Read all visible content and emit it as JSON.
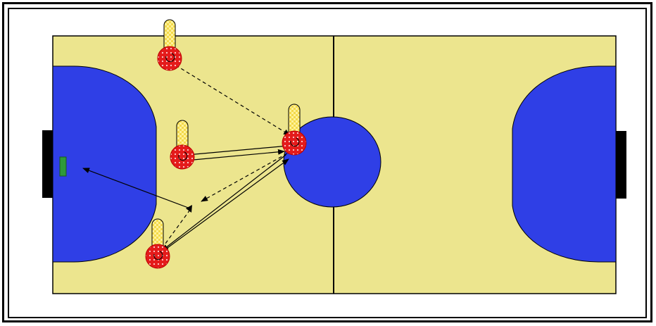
{
  "diagram": {
    "subject": "handball-court-drill",
    "colors": {
      "court": "#ece58e",
      "goal_area": "#2f3fe6",
      "center_circle": "#2f3fe6",
      "lines": "#000000",
      "goal": "#000000",
      "goal_keeper_marker": "#2e9a3a",
      "player_body": "#e41b1b",
      "player_cap": "#fff29a",
      "pass_line": "#000000"
    },
    "players": [
      {
        "id": "p1",
        "role": "attacker"
      },
      {
        "id": "p2",
        "role": "attacker"
      },
      {
        "id": "p3",
        "role": "attacker"
      },
      {
        "id": "p4",
        "role": "attacker"
      }
    ],
    "movements": [
      {
        "from": "p1",
        "to": "p4",
        "style": "dashed"
      },
      {
        "from": "p4",
        "to": "p2",
        "style": "solid"
      },
      {
        "from": "p2",
        "to": "p4",
        "style": "solid"
      },
      {
        "from": "p4",
        "to": "p3",
        "style": "solid"
      },
      {
        "from": "p3",
        "to": "p4",
        "style": "solid"
      },
      {
        "from": "p4",
        "to": "p3",
        "style": "dashed"
      },
      {
        "from": "p3",
        "to": "goal",
        "style": "solid"
      }
    ]
  }
}
